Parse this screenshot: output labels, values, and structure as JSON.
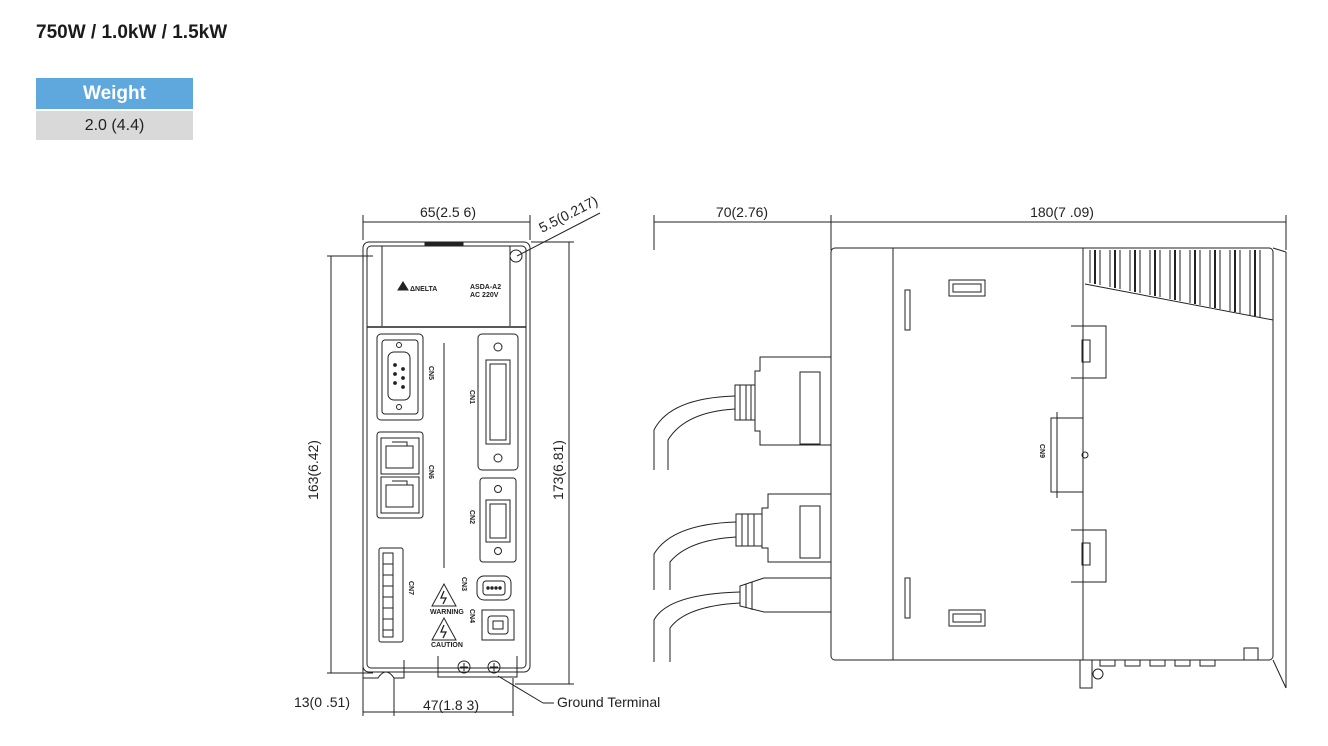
{
  "title": "750W / 1.0kW / 1.5kW",
  "spec_table": {
    "header": "Weight",
    "value": "2.0 (4.4)"
  },
  "dimensions": {
    "front_width": "65(2.5 6)",
    "hole_offset": "5.5(0.217)",
    "front_height_inner": "163(6.42)",
    "front_height_outer": "173(6.81)",
    "bottom_left": "13(0 .51)",
    "bottom_mid": "47(1.8 3)",
    "side_connector_depth": "70(2.76)",
    "side_depth": "180(7 .09)"
  },
  "callouts": {
    "ground_terminal": "Ground Terminal"
  },
  "front_labels": {
    "cn5": "CN5",
    "cn1": "CN1",
    "cn6": "CN6",
    "cn2": "CN2",
    "cn7": "CN7",
    "cn3": "CN3",
    "cn4": "CN4",
    "warning": "WARNING",
    "caution": "CAUTION",
    "brand": "ΔNELTA",
    "model": "ASDA-A2",
    "voltage": "AC 220V"
  },
  "side_labels": {
    "cn9": "CN9"
  },
  "colors": {
    "header_bg": "#5fa8dd",
    "cell_bg": "#d9d9d9",
    "line": "#222222"
  }
}
